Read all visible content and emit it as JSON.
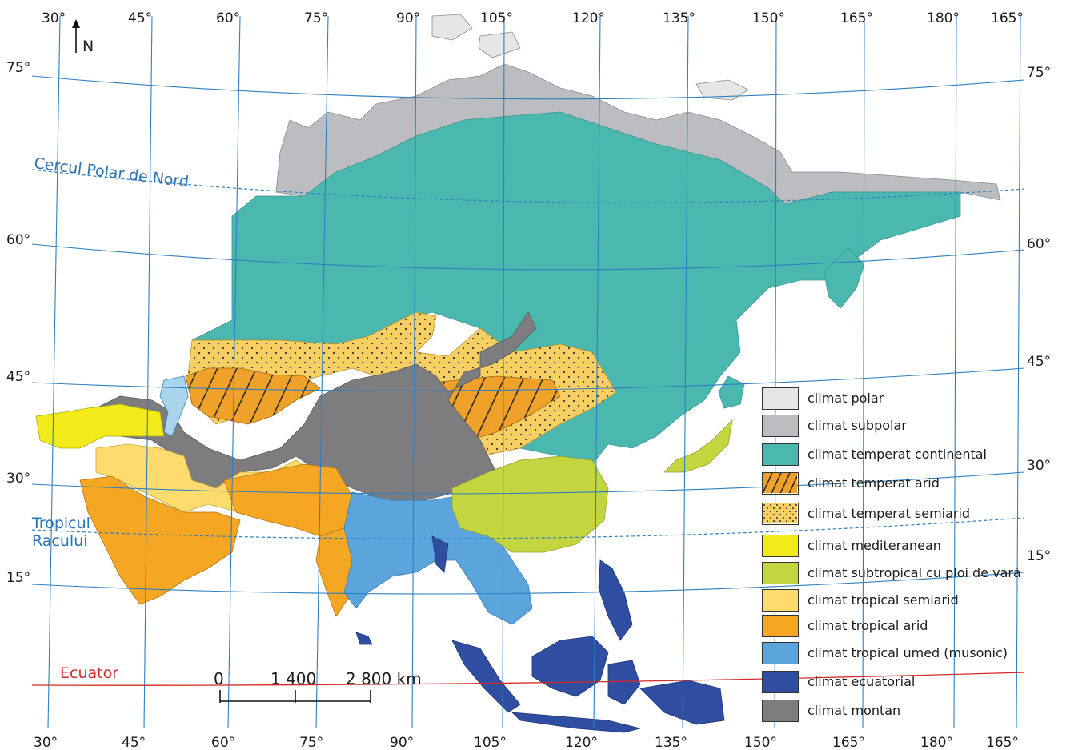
{
  "north_label": "N",
  "top_longitudes": [
    "30°",
    "45°",
    "60°",
    "75°",
    "90°",
    "105°",
    "120°",
    "135°",
    "150°",
    "165°",
    "180°",
    "165°"
  ],
  "bottom_longitudes": [
    "30°",
    "45°",
    "60°",
    "75°",
    "90°",
    "105°",
    "120°",
    "135°",
    "150°",
    "165°",
    "180°",
    "165°"
  ],
  "left_latitudes": [
    "75°",
    "60°",
    "45°",
    "30°",
    "15°"
  ],
  "right_latitudes": [
    "75°",
    "60°",
    "45°",
    "30°",
    "15°"
  ],
  "arctic_circle_label": "Cercul Polar de Nord",
  "tropic_label_line1": "Tropicul",
  "tropic_label_line2": "Racului",
  "equator_label": "Ecuator",
  "scale": {
    "zero": "0",
    "mid": "1 400",
    "end": "2 800 km"
  },
  "legend": [
    {
      "label": "climat polar",
      "color": "#e6e6e6",
      "pattern": "none"
    },
    {
      "label": "climat subpolar",
      "color": "#bcbdc0",
      "pattern": "none"
    },
    {
      "label": "climat temperat continental",
      "color": "#4bb8b0",
      "pattern": "none"
    },
    {
      "label": "climat temperat arid",
      "color": "#f0a12a",
      "pattern": "hatch"
    },
    {
      "label": "climat temperat semiarid",
      "color": "#f7cf63",
      "pattern": "dots"
    },
    {
      "label": "climat mediteranean",
      "color": "#f2ea19",
      "pattern": "none"
    },
    {
      "label": "climat subtropical cu ploi de vară",
      "color": "#c4d63f",
      "pattern": "none"
    },
    {
      "label": "climat tropical semiarid",
      "color": "#fddc6d",
      "pattern": "none"
    },
    {
      "label": "climat tropical arid",
      "color": "#f5a623",
      "pattern": "none"
    },
    {
      "label": "climat tropical umed (musonic)",
      "color": "#5ba4dc",
      "pattern": "none"
    },
    {
      "label": "climat ecuatorial",
      "color": "#2f4ea1",
      "pattern": "none"
    },
    {
      "label": "climat montan",
      "color": "#7d7d80",
      "pattern": "none"
    }
  ]
}
